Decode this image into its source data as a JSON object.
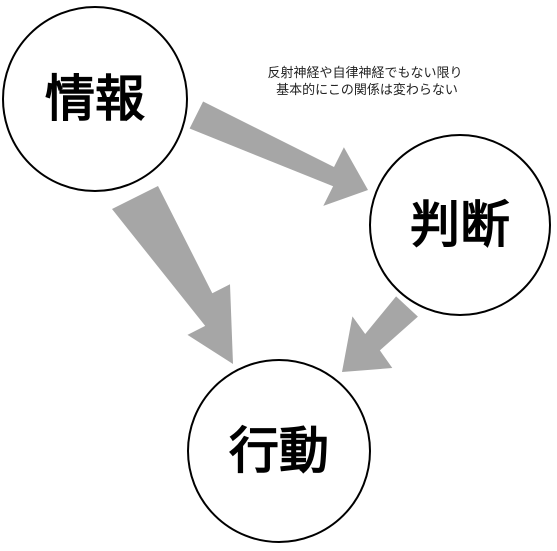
{
  "nodes": {
    "information": {
      "label": "情報"
    },
    "judgment": {
      "label": "判断"
    },
    "action": {
      "label": "行動"
    }
  },
  "note": {
    "line1": "反射神経や自律神経でもない限り",
    "line2": "基本的にこの関係は変わらない"
  },
  "colors": {
    "arrow": "#a6a6a6",
    "stroke": "#000000",
    "background": "#ffffff"
  }
}
